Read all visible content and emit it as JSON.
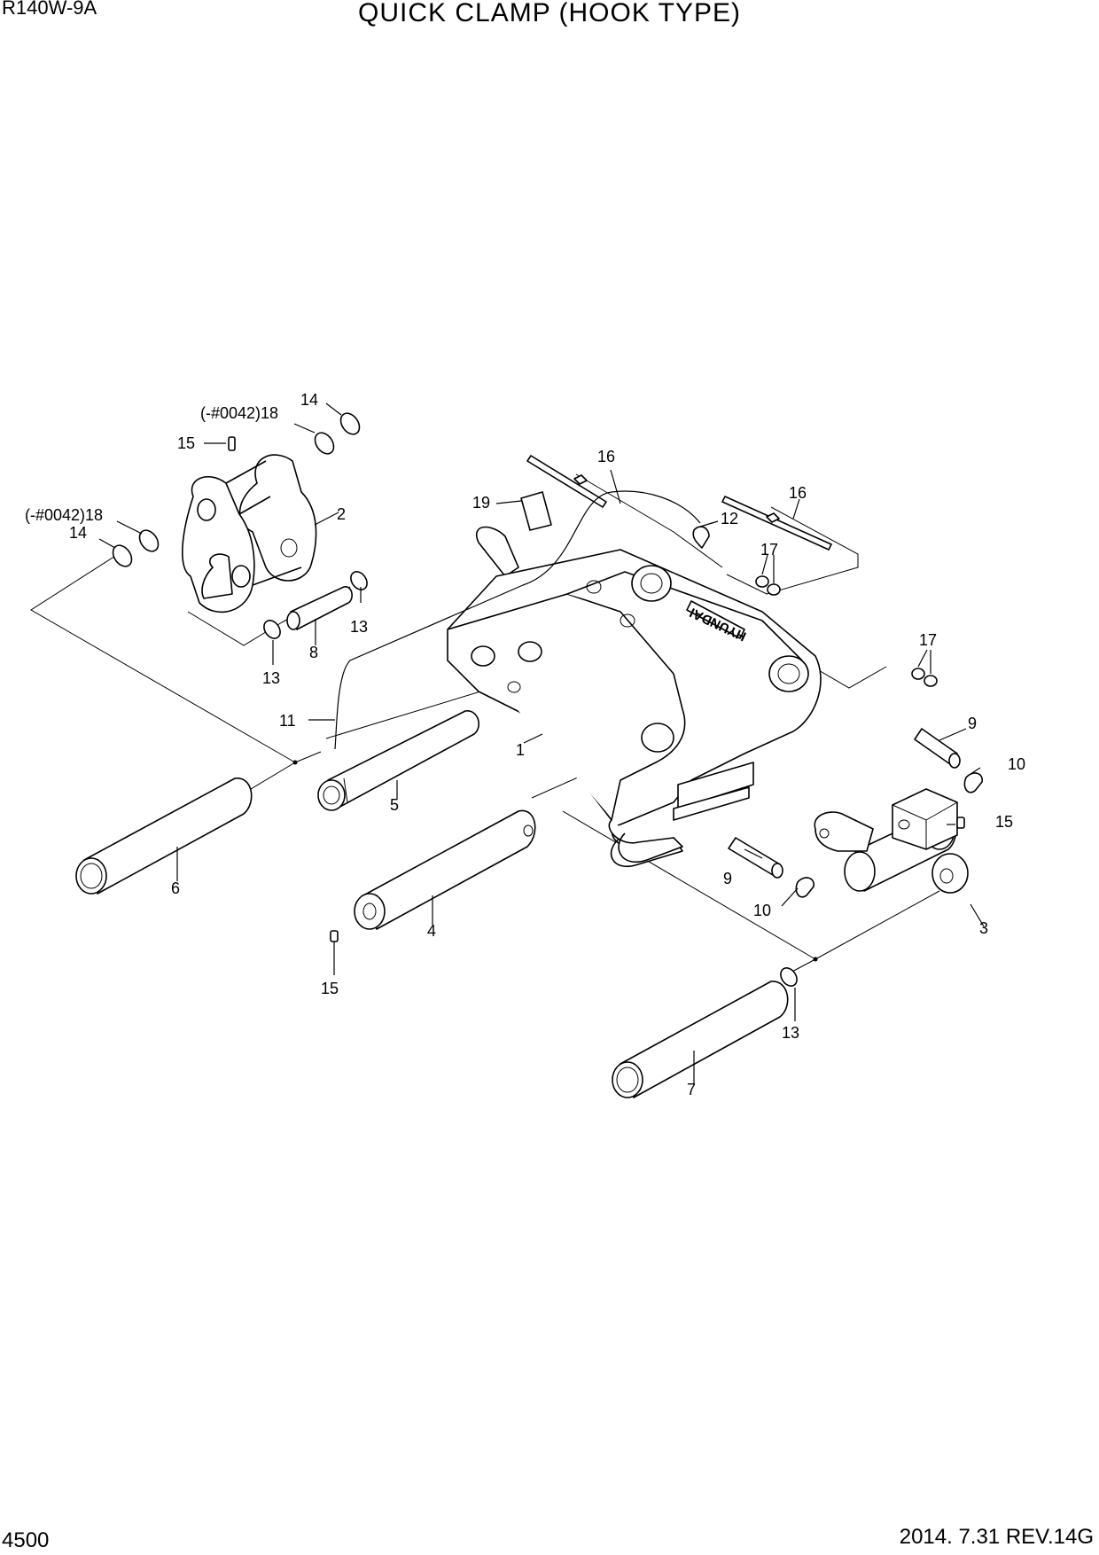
{
  "header": {
    "model": "R140W-9A",
    "title": "QUICK CLAMP (HOOK TYPE)"
  },
  "footer": {
    "page_number": "4500",
    "revision": "2014. 7.31  REV.14G"
  },
  "part_labels": {
    "p1": "1",
    "p2": "2",
    "p3": "3",
    "p4": "4",
    "p5": "5",
    "p6": "6",
    "p7": "7",
    "p8": "8",
    "p9a": "9",
    "p9b": "9",
    "p10a": "10",
    "p10b": "10",
    "p11": "11",
    "p12": "12",
    "p13a": "13",
    "p13b": "13",
    "p13c": "13",
    "p14a": "14",
    "p14b": "14",
    "p15a": "15",
    "p15b": "15",
    "p15c": "15",
    "p16a": "16",
    "p16b": "16",
    "p17a": "17",
    "p17b": "17",
    "p18a": "(-#0042)18",
    "p18b": "(-#0042)18",
    "p19": "19"
  },
  "embossed_text": "HYUNDAI"
}
